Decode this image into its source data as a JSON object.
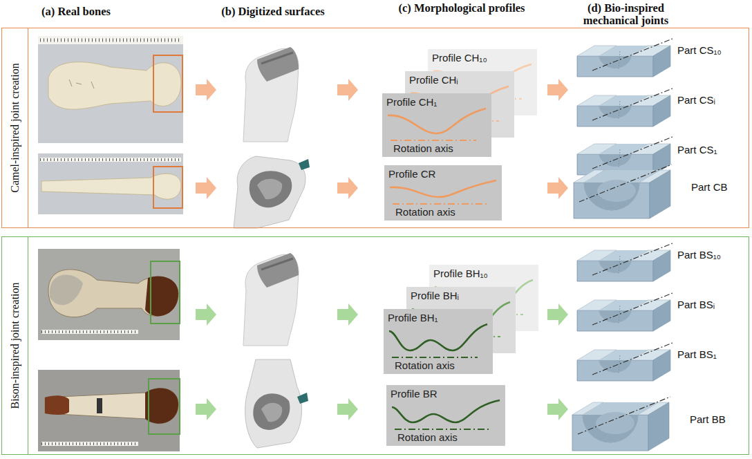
{
  "diagram": {
    "nodes": [
      {
        "text": [
          "Camel-inspired joint creation"
        ]
      },
      {
        "text": [
          "Profile CH₁₀"
        ],
        "in": 0
      },
      {
        "text": [
          "Profile CHᵢ"
        ],
        "in": 0
      },
      {
        "text": [
          "Profile CH₁",
          "Rotation axis"
        ],
        "in": 0
      },
      {
        "text": [
          "Profile CR",
          "Rotation axis"
        ],
        "in": 0
      },
      {
        "text": [
          "Bison-inspired joint creation"
        ]
      },
      {
        "text": [
          "Profile BH₁₀"
        ],
        "in": 5
      },
      {
        "text": [
          "Profile BHᵢ"
        ],
        "in": 5
      },
      {
        "text": [
          "Profile BH₁",
          "Rotation axis"
        ],
        "in": 5
      },
      {
        "text": [
          "Profile BR",
          "Rotation axis"
        ],
        "in": 5
      }
    ],
    "labels": [
      "(a) Real bones",
      "(b) Digitized surfaces",
      "(c) Morphological profiles",
      "(d) Bio-inspired mechanical joints",
      "Part CS₁₀",
      "Part CSᵢ",
      "Part CS₁",
      "Part CB",
      "Part BS₁₀",
      "Part BSᵢ",
      "Part BS₁",
      "Part BB"
    ]
  }
}
